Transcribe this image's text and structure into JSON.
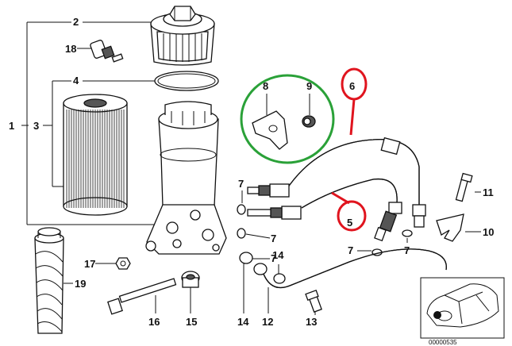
{
  "callouts": {
    "c1": "1",
    "c2": "2",
    "c3": "3",
    "c4": "4",
    "c5": "5",
    "c6": "6",
    "c7a": "7",
    "c7b": "7",
    "c7c": "7",
    "c7d": "7",
    "c7e": "7",
    "c8": "8",
    "c9": "9",
    "c10": "10",
    "c11": "11",
    "c12": "12",
    "c13": "13",
    "c14a": "14",
    "c14b": "14",
    "c15": "15",
    "c16": "16",
    "c17": "17",
    "c18": "18",
    "c19": "19"
  },
  "reference_number": "00000535",
  "colors": {
    "line": "#111111",
    "highlight_red": "#e0141e",
    "highlight_green": "#2aa138",
    "background": "#ffffff"
  }
}
